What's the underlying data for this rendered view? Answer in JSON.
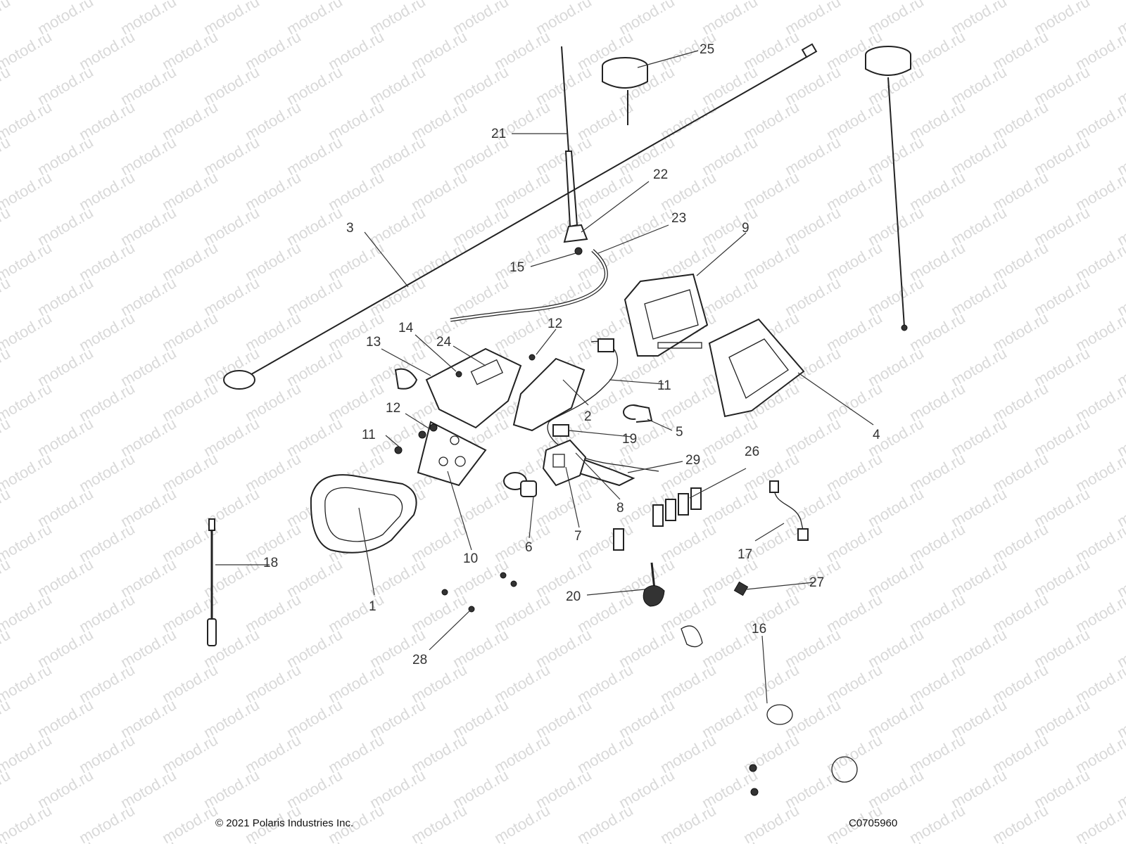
{
  "watermark": {
    "text": "motod.ru"
  },
  "labels": [
    {
      "id": "1",
      "text": "1"
    },
    {
      "id": "2",
      "text": "2"
    },
    {
      "id": "3",
      "text": "3"
    },
    {
      "id": "4",
      "text": "4"
    },
    {
      "id": "5",
      "text": "5"
    },
    {
      "id": "6",
      "text": "6"
    },
    {
      "id": "7",
      "text": "7"
    },
    {
      "id": "8",
      "text": "8"
    },
    {
      "id": "9",
      "text": "9"
    },
    {
      "id": "10",
      "text": "10"
    },
    {
      "id": "11a",
      "text": "11"
    },
    {
      "id": "11b",
      "text": "11"
    },
    {
      "id": "12a",
      "text": "12"
    },
    {
      "id": "12b",
      "text": "12"
    },
    {
      "id": "13",
      "text": "13"
    },
    {
      "id": "14",
      "text": "14"
    },
    {
      "id": "15",
      "text": "15"
    },
    {
      "id": "16",
      "text": "16"
    },
    {
      "id": "17",
      "text": "17"
    },
    {
      "id": "18",
      "text": "18"
    },
    {
      "id": "19",
      "text": "19"
    },
    {
      "id": "20",
      "text": "20"
    },
    {
      "id": "21",
      "text": "21"
    },
    {
      "id": "22",
      "text": "22"
    },
    {
      "id": "23",
      "text": "23"
    },
    {
      "id": "24",
      "text": "24"
    },
    {
      "id": "25",
      "text": "25"
    },
    {
      "id": "26",
      "text": "26"
    },
    {
      "id": "27",
      "text": "27"
    },
    {
      "id": "28",
      "text": "28"
    },
    {
      "id": "29",
      "text": "29"
    }
  ],
  "footer": {
    "copyright": "© 2021 Polaris Industries Inc.",
    "code": "C0705960"
  }
}
